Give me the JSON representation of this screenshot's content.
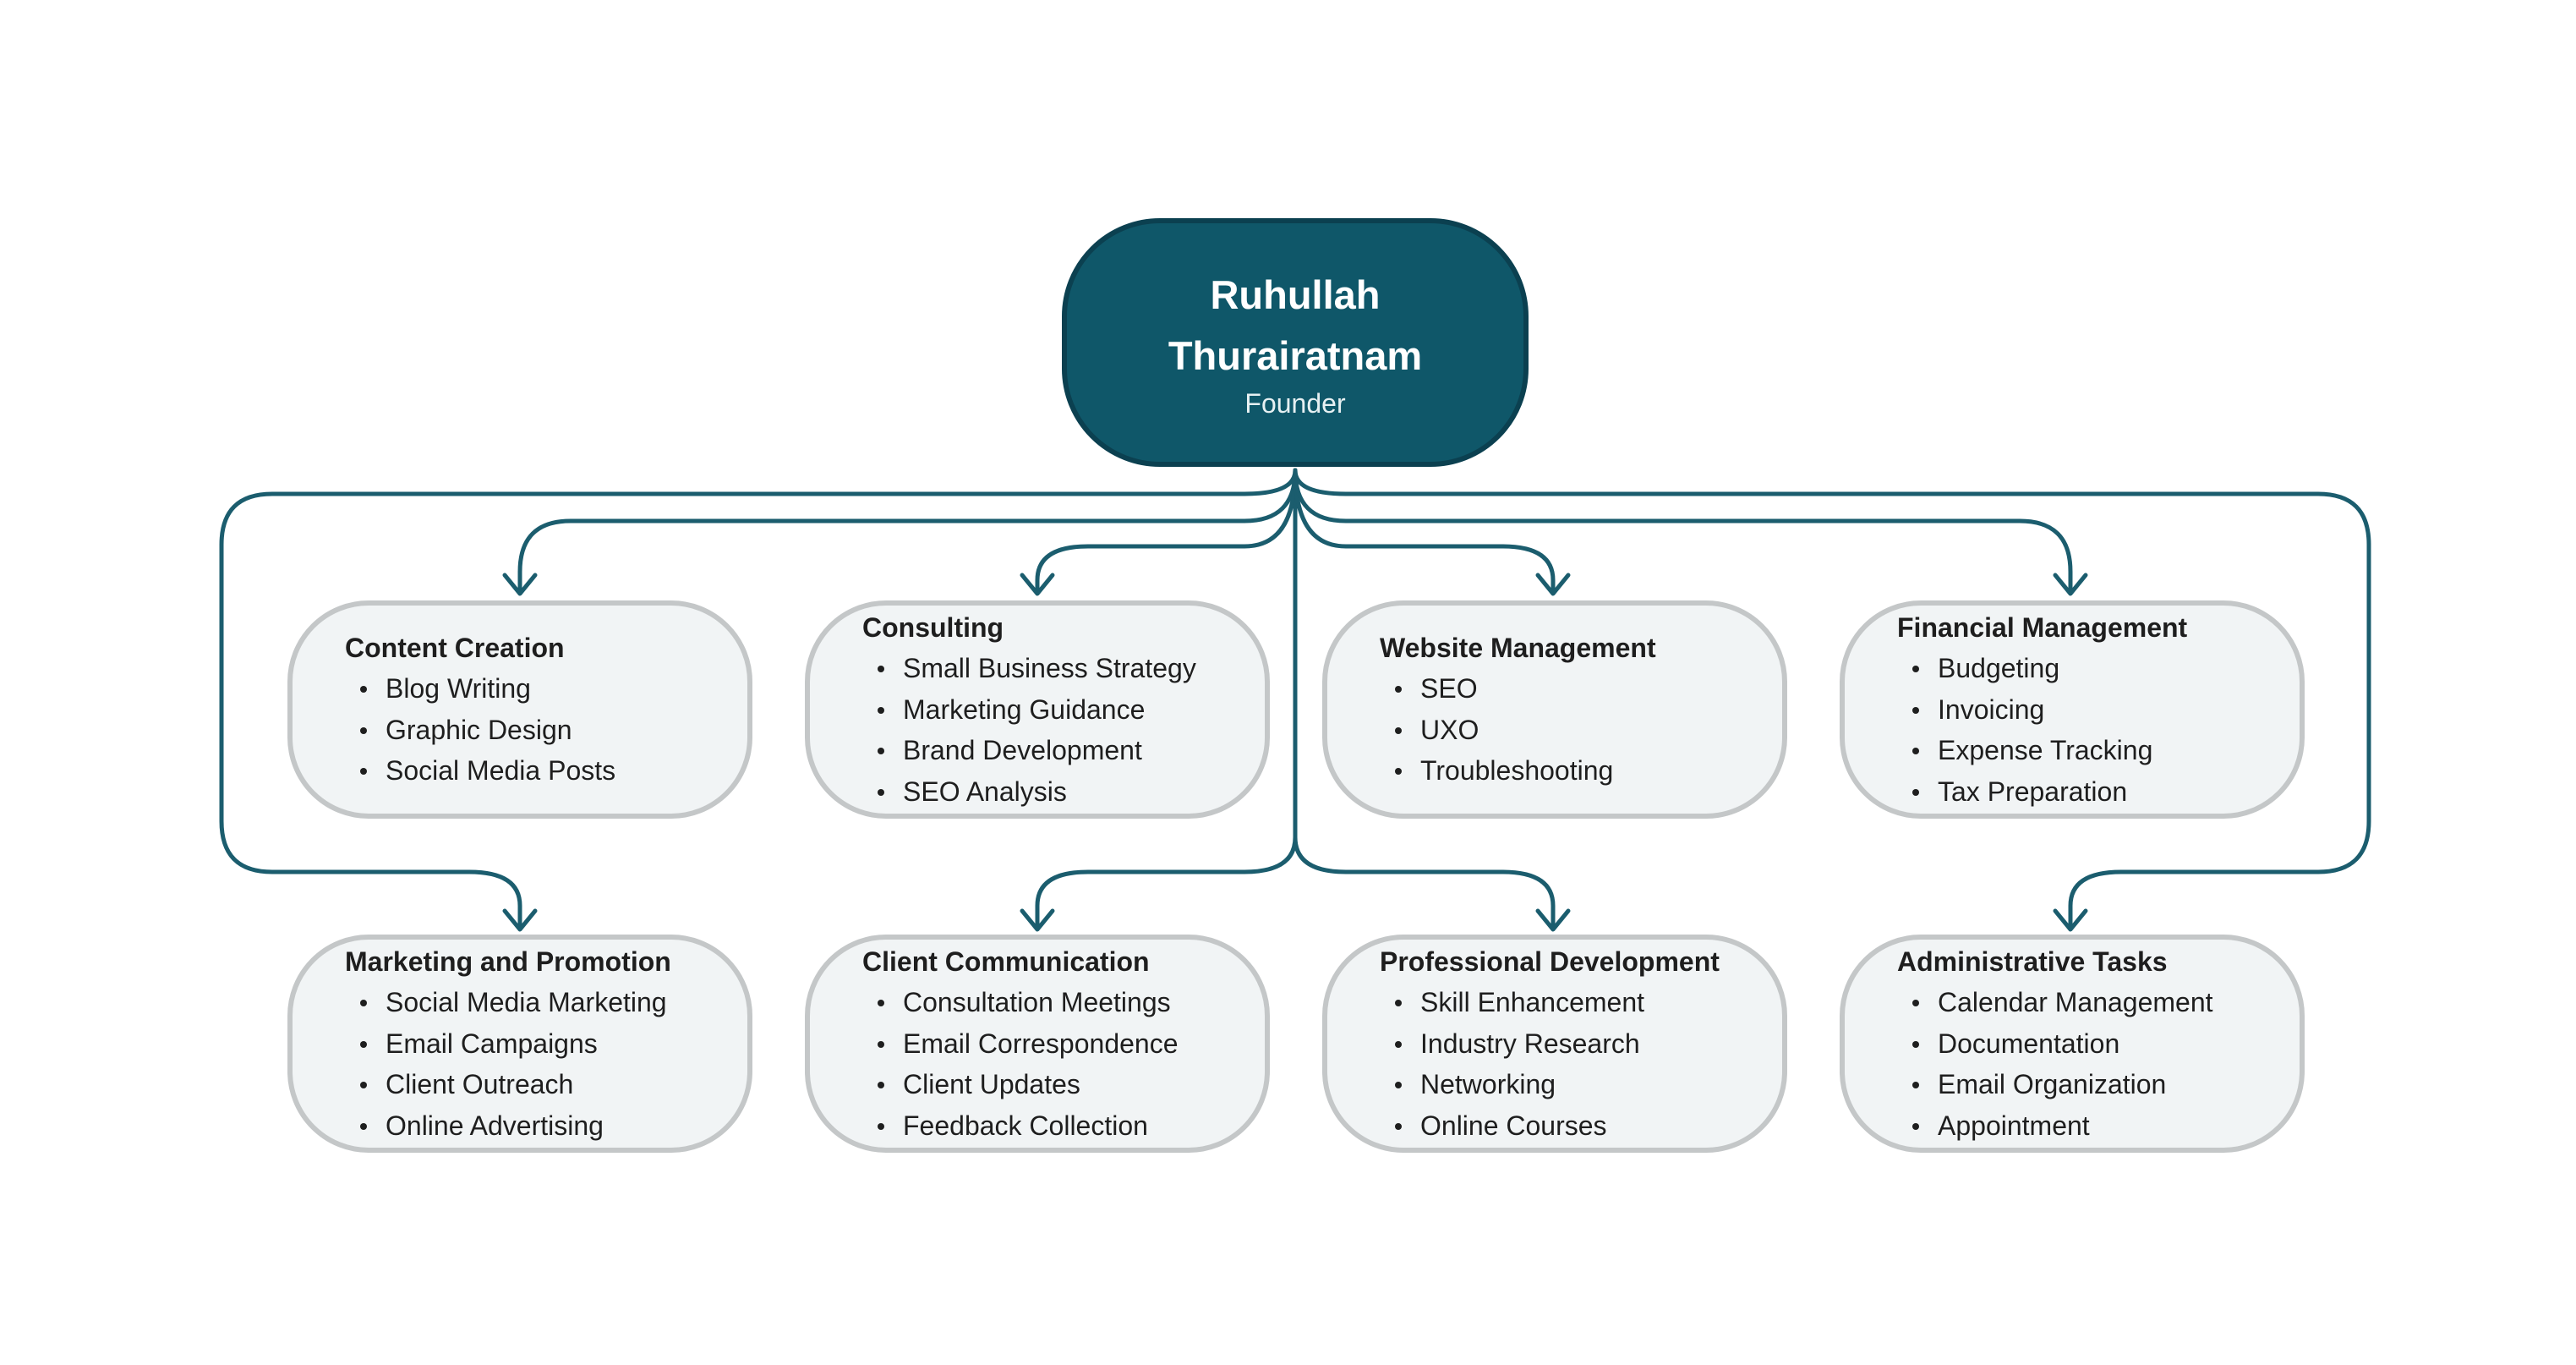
{
  "root": {
    "name": "Ruhullah Thurairatnam",
    "role": "Founder"
  },
  "nodes": [
    {
      "title": "Content Creation",
      "items": [
        "Blog Writing",
        "Graphic Design",
        "Social Media Posts"
      ]
    },
    {
      "title": "Consulting",
      "items": [
        "Small Business Strategy",
        "Marketing Guidance",
        "Brand Development",
        "SEO Analysis"
      ]
    },
    {
      "title": "Website Management",
      "items": [
        "SEO",
        "UXO",
        "Troubleshooting"
      ]
    },
    {
      "title": "Financial Management",
      "items": [
        "Budgeting",
        "Invoicing",
        "Expense Tracking",
        "Tax Preparation"
      ]
    },
    {
      "title": "Marketing and Promotion",
      "items": [
        "Social Media Marketing",
        "Email Campaigns",
        "Client Outreach",
        "Online Advertising"
      ]
    },
    {
      "title": "Client Communication",
      "items": [
        "Consultation Meetings",
        "Email Correspondence",
        "Client Updates",
        "Feedback Collection"
      ]
    },
    {
      "title": "Professional Development",
      "items": [
        "Skill Enhancement",
        "Industry Research",
        "Networking",
        "Online Courses"
      ]
    },
    {
      "title": "Administrative Tasks",
      "items": [
        "Calendar Management",
        "Documentation",
        "Email Organization",
        "Appointment"
      ]
    }
  ],
  "colors": {
    "connector": "#1b5d6e",
    "root_fill": "#0f5769",
    "node_fill": "#f1f4f5",
    "node_border": "#c4c7c8"
  }
}
